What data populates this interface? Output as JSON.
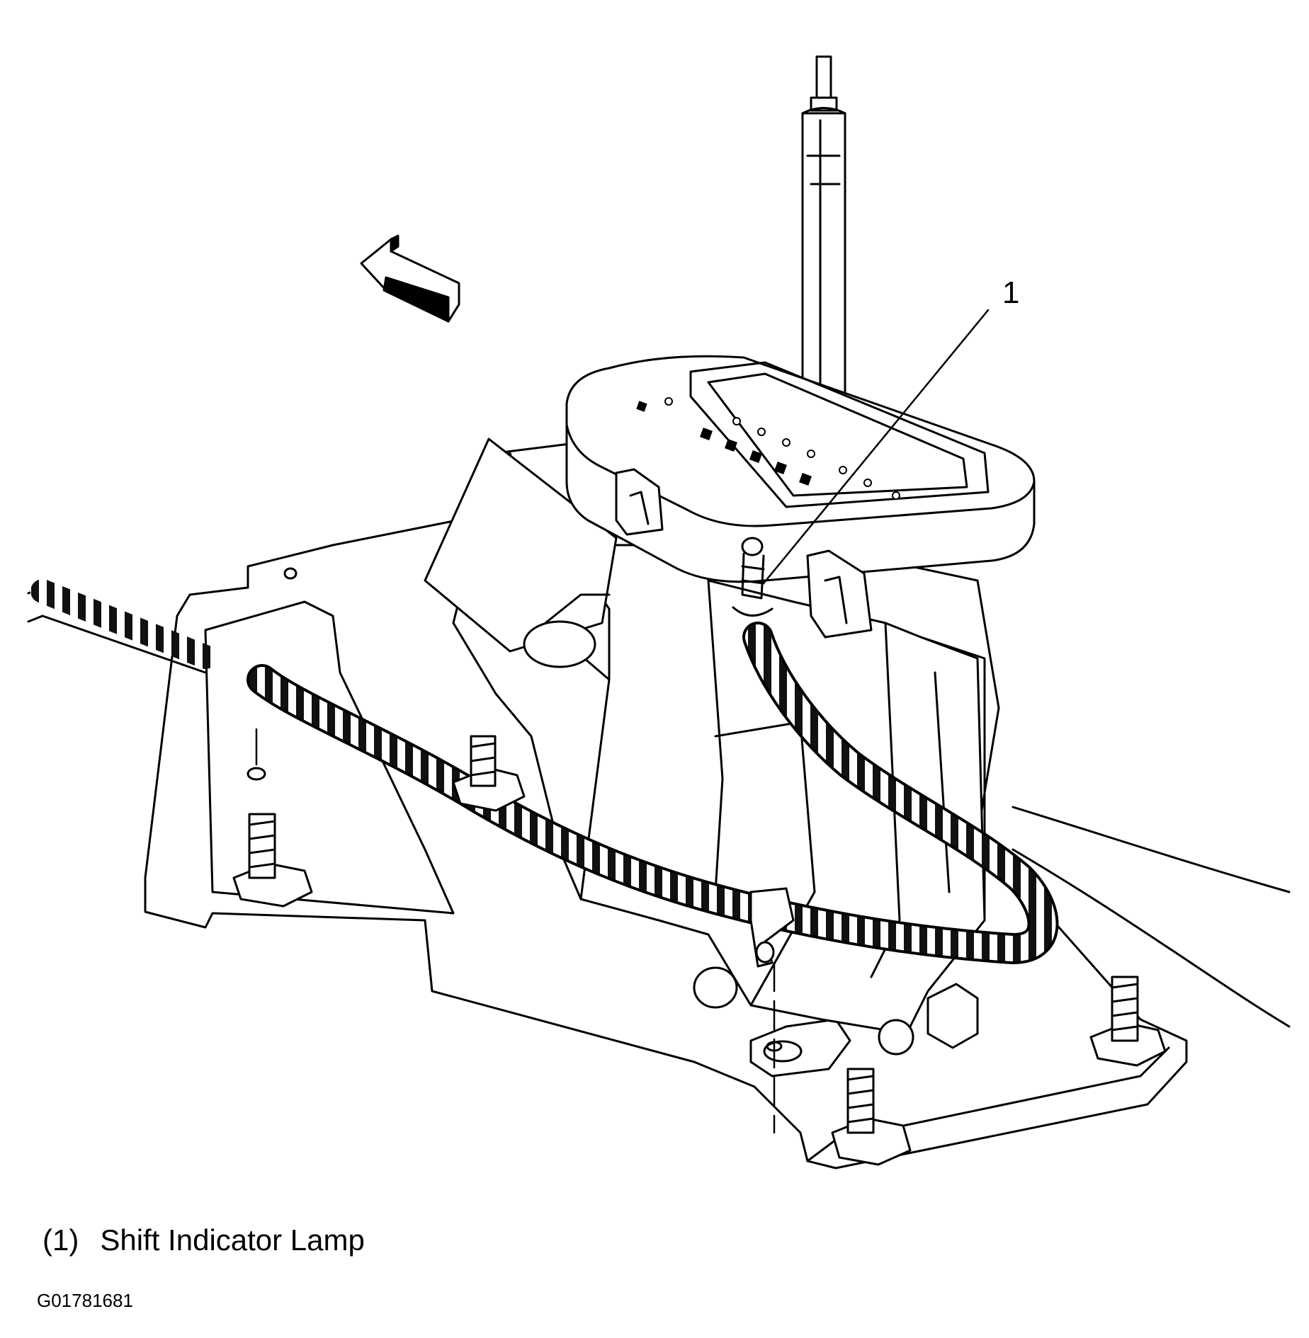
{
  "diagram": {
    "callouts": [
      {
        "number": "1",
        "part": "Shift Indicator Lamp"
      }
    ],
    "legend": {
      "number": "(1)",
      "label": "Shift Indicator Lamp"
    },
    "figure_id": "G01781681"
  }
}
